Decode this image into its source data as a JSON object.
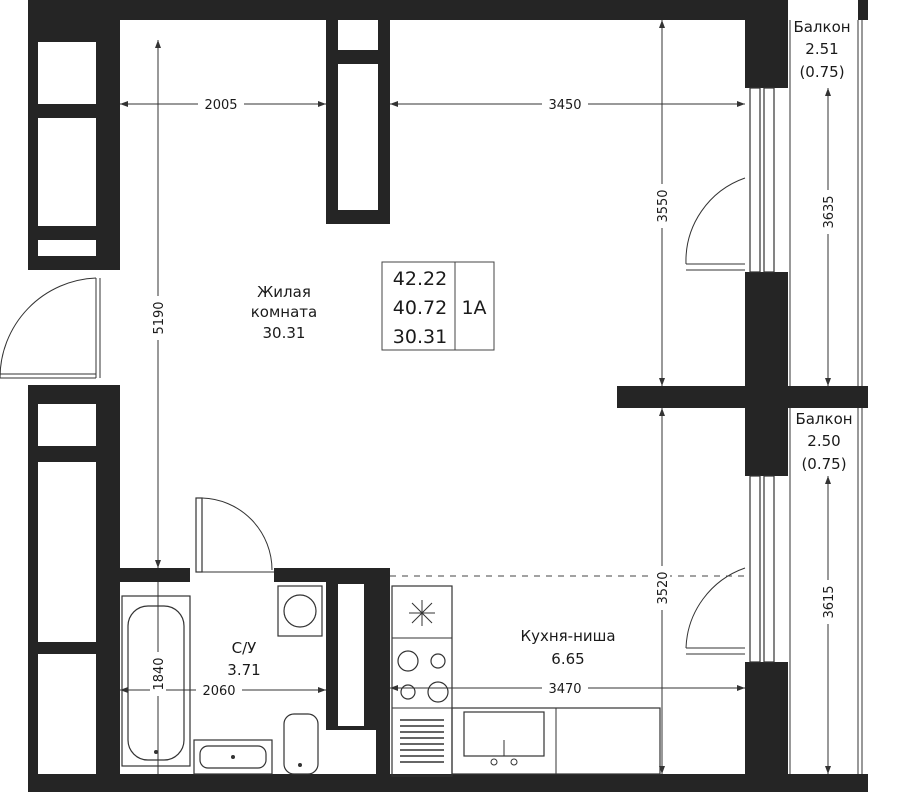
{
  "plan": {
    "living_room": {
      "name_line1": "Жилая",
      "name_line2": "комната",
      "area": "30.31"
    },
    "bathroom": {
      "name": "С/У",
      "area": "3.71"
    },
    "kitchen": {
      "name": "Кухня-ниша",
      "area": "6.65"
    },
    "balcony_top": {
      "name": "Балкон",
      "area": "2.51",
      "coef": "(0.75)"
    },
    "balcony_bottom": {
      "name": "Балкон",
      "area": "2.50",
      "coef": "(0.75)"
    },
    "summary": {
      "total_area": "42.22",
      "living_area": "40.72",
      "rooms_area": "30.31",
      "type": "1A"
    },
    "dimensions": {
      "top_left": "2005",
      "top_right": "3450",
      "left_height": "5190",
      "right_upper": "3550",
      "right_lower": "3520",
      "balcony_top_height": "3635",
      "balcony_bottom_height": "3615",
      "bath_height": "1840",
      "bath_width": "2060",
      "kitchen_width": "3470"
    }
  }
}
